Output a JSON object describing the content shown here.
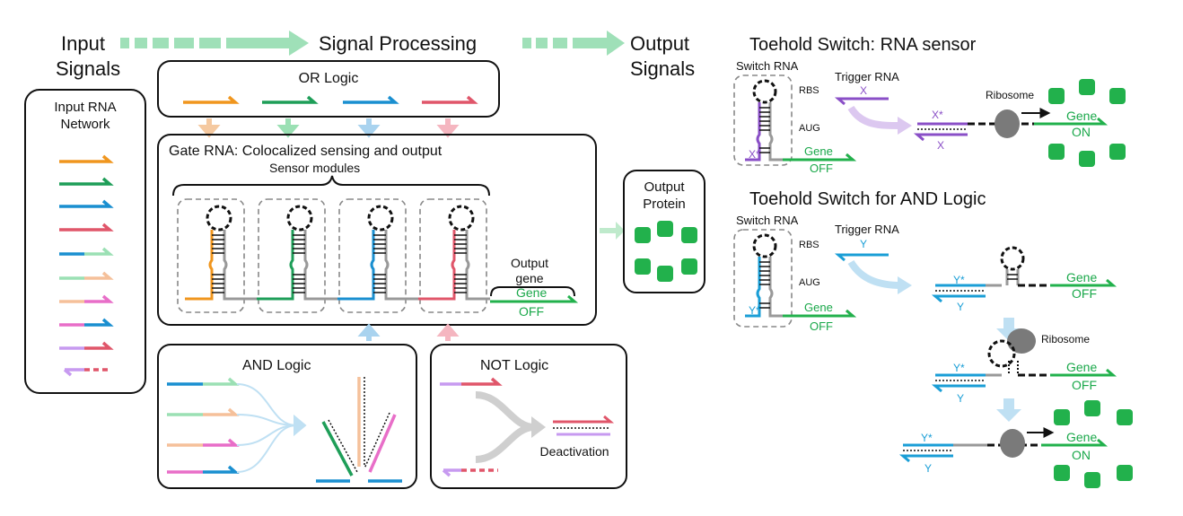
{
  "header": {
    "input_signals_1": "Input",
    "input_signals_2": "Signals",
    "signal_processing": "Signal Processing",
    "output_signals_1": "Output",
    "output_signals_2": "Signals"
  },
  "input_network": {
    "title_1": "Input RNA",
    "title_2": "Network"
  },
  "or_logic": {
    "title": "OR Logic"
  },
  "gate_rna": {
    "title": "Gate RNA: Colocalized sensing and output",
    "sensor_modules": "Sensor modules",
    "output_gene_1": "Output",
    "output_gene_2": "gene",
    "gene": "Gene",
    "off": "OFF"
  },
  "output_protein": {
    "title_1": "Output",
    "title_2": "Protein"
  },
  "and_logic": {
    "title": "AND Logic"
  },
  "not_logic": {
    "title": "NOT Logic",
    "deactivation": "Deactivation"
  },
  "toehold_sensor": {
    "title": "Toehold Switch: RNA sensor",
    "switch_rna": "Switch RNA",
    "trigger_rna": "Trigger RNA",
    "rbs": "RBS",
    "aug": "AUG",
    "x": "X",
    "x_star": "X*",
    "ribosome": "Ribosome",
    "gene": "Gene",
    "off": "OFF",
    "on": "ON"
  },
  "toehold_and": {
    "title": "Toehold Switch for AND Logic",
    "switch_rna": "Switch RNA",
    "trigger_rna": "Trigger RNA",
    "rbs": "RBS",
    "aug": "AUG",
    "y": "Y",
    "y_star": "Y*",
    "ribosome": "Ribosome",
    "gene": "Gene",
    "off": "OFF",
    "on": "ON"
  },
  "colors": {
    "orange": "#f0961e",
    "green": "#1e9e58",
    "blue": "#1a8fd0",
    "red": "#e0566a",
    "purple": "#8a4fc7",
    "protein": "#22b14c",
    "gray": "#9a9a9a",
    "arrow_green": "#9be0b4",
    "arrow_blue": "#b4d9f0"
  }
}
